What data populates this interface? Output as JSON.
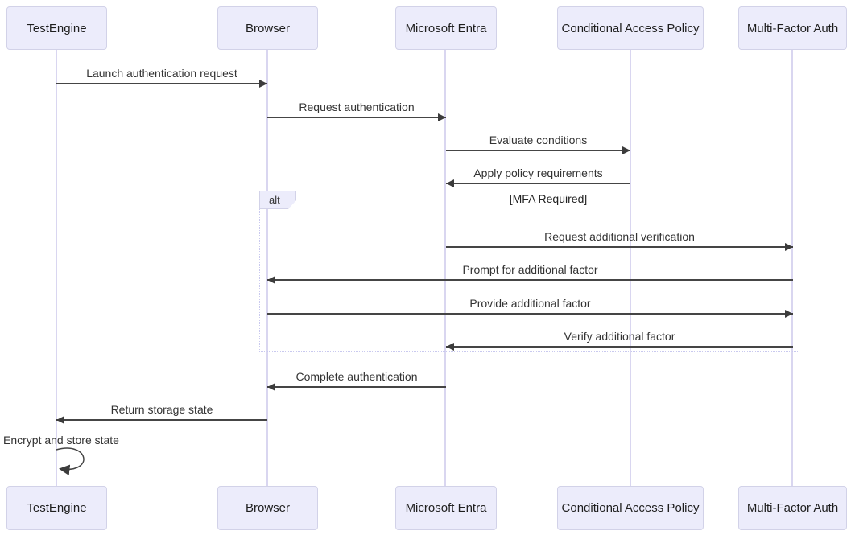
{
  "diagram": {
    "type": "sequence-diagram",
    "actors": [
      {
        "id": "testengine",
        "label": "TestEngine"
      },
      {
        "id": "browser",
        "label": "Browser"
      },
      {
        "id": "entra",
        "label": "Microsoft Entra"
      },
      {
        "id": "cap",
        "label": "Conditional Access Policy"
      },
      {
        "id": "mfa",
        "label": "Multi-Factor Auth"
      }
    ],
    "messages": [
      {
        "from": "TestEngine",
        "to": "Browser",
        "label": "Launch authentication request",
        "direction": "right",
        "style": "solid"
      },
      {
        "from": "Browser",
        "to": "Microsoft Entra",
        "label": "Request authentication",
        "direction": "right",
        "style": "solid"
      },
      {
        "from": "Microsoft Entra",
        "to": "Conditional Access Policy",
        "label": "Evaluate conditions",
        "direction": "right",
        "style": "solid"
      },
      {
        "from": "Conditional Access Policy",
        "to": "Microsoft Entra",
        "label": "Apply policy requirements",
        "direction": "left",
        "style": "solid"
      },
      {
        "from": "Microsoft Entra",
        "to": "Multi-Factor Auth",
        "label": "Request additional verification",
        "direction": "right",
        "style": "solid"
      },
      {
        "from": "Multi-Factor Auth",
        "to": "Browser",
        "label": "Prompt for additional factor",
        "direction": "left",
        "style": "solid"
      },
      {
        "from": "Browser",
        "to": "Multi-Factor Auth",
        "label": "Provide additional factor",
        "direction": "right",
        "style": "solid"
      },
      {
        "from": "Multi-Factor Auth",
        "to": "Microsoft Entra",
        "label": "Verify additional factor",
        "direction": "left",
        "style": "solid"
      },
      {
        "from": "Microsoft Entra",
        "to": "Browser",
        "label": "Complete authentication",
        "direction": "left",
        "style": "solid"
      },
      {
        "from": "Browser",
        "to": "TestEngine",
        "label": "Return storage state",
        "direction": "left",
        "style": "solid"
      }
    ],
    "alt_block": {
      "keyword": "alt",
      "condition": "[MFA Required]",
      "contains_messages": [
        4,
        5,
        6,
        7
      ]
    },
    "self_message": {
      "actor": "TestEngine",
      "label": "Encrypt and store state"
    },
    "colors": {
      "actor_fill": "#ececfb",
      "actor_border": "#d2d2e8",
      "lifeline": "#d9d6f0",
      "arrow": "#454545",
      "text": "#333333",
      "alt_border": "#c9c9ef",
      "background": "#ffffff"
    }
  }
}
